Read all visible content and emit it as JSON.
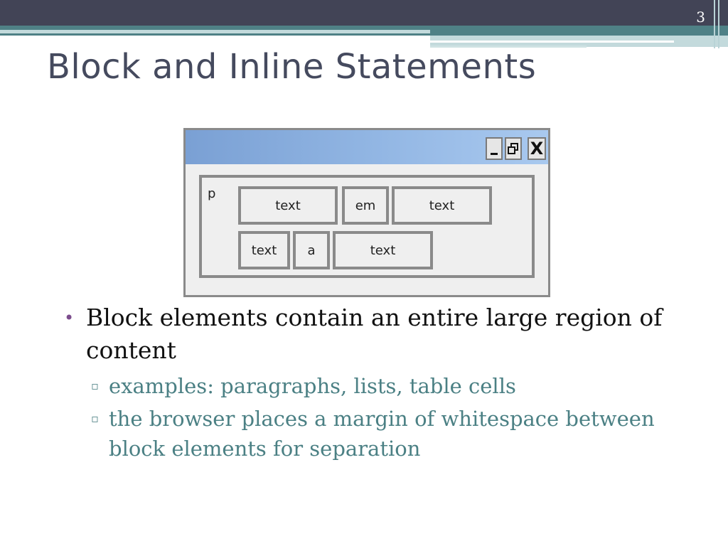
{
  "slide": {
    "number": "3",
    "title": "Block and Inline Statements"
  },
  "diagram": {
    "block_label": "p",
    "row1": [
      "text",
      "em",
      "text"
    ],
    "row2": [
      "text",
      "a",
      "text"
    ],
    "window_controls": {
      "close_label": "X"
    }
  },
  "bullets": {
    "main": "Block elements contain an entire large region of content",
    "sub": [
      "examples: paragraphs, lists, table cells",
      "the browser places a margin of whitespace between block elements for separation"
    ]
  },
  "colors": {
    "header_dark": "#424456",
    "header_teal": "#4f8186",
    "title": "#454a5e",
    "bullet_dot": "#7c4d8d",
    "sub_text": "#4b8084"
  }
}
